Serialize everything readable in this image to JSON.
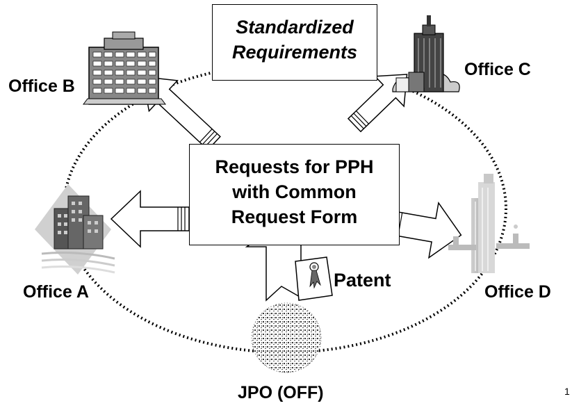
{
  "title_box": {
    "line1": "Standardized",
    "line2": "Requirements"
  },
  "center_box": {
    "line1": "Requests for PPH",
    "line2": "with Common",
    "line3": "Request Form"
  },
  "offices": {
    "a": "Office A",
    "b": "Office B",
    "c": "Office C",
    "d": "Office D",
    "jpo": "JPO (OFF)"
  },
  "patent_label": "Patent",
  "page_number": "1",
  "icons": {
    "office_a": "office-building-cluster-icon",
    "office_b": "office-tower-icon",
    "office_c": "city-skyline-icon",
    "office_d": "skyscraper-faded-icon",
    "jpo": "jpo-seal-icon",
    "patent": "patent-certificate-icon"
  }
}
